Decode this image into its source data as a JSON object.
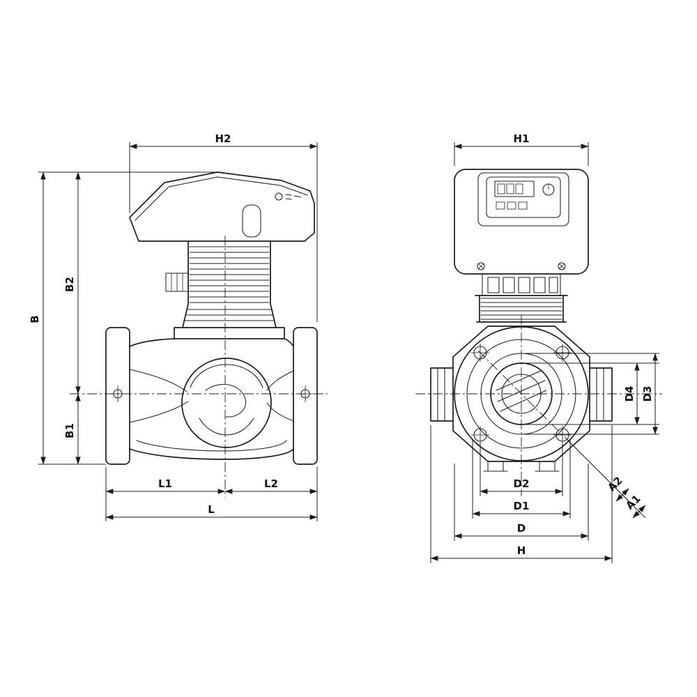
{
  "colors": {
    "line": "#1c1c1c",
    "background": "#ffffff"
  },
  "views": {
    "side": {
      "dims": {
        "h2": "H2",
        "b": "B",
        "b2": "B2",
        "b1": "B1",
        "l1": "L1",
        "l2": "L2",
        "l": "L"
      }
    },
    "front": {
      "dims": {
        "h1": "H1",
        "d4": "D4",
        "d3": "D3",
        "d2": "D2",
        "d1": "D1",
        "d": "D",
        "h": "H",
        "a2": "A2",
        "a1": "A1"
      }
    }
  }
}
